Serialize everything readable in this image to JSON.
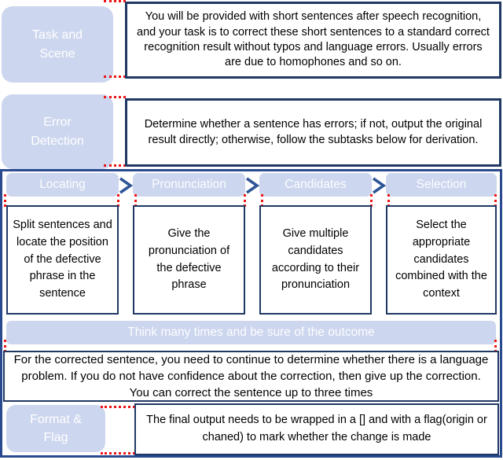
{
  "task_scene": {
    "label": "Task and Scene",
    "text": "You will be provided with short sentences after speech recognition, and your task is to correct these short sentences to a standard correct recognition result without typos and language errors. Usually errors are due to homophones and so on."
  },
  "error_detection": {
    "label": "Error Detection",
    "text": "Determine whether a sentence has errors; if not, output the original result directly; otherwise, follow the subtasks below for derivation."
  },
  "flow": {
    "steps": [
      {
        "title": "Locating",
        "description": "Split sentences and locate the position of the defective phrase in the sentence"
      },
      {
        "title": "Pronunciation",
        "description": "Give the pronunciation of the defective phrase"
      },
      {
        "title": "Candidates",
        "description": "Give multiple candidates according to their pronunciation"
      },
      {
        "title": "Selection",
        "description": "Select the appropriate candidates combined with the context"
      }
    ],
    "banner": "Think many times and be sure of the outcome",
    "note": "For the corrected sentence, you need to continue to determine whether there is a language problem. If you do not have confidence about the correction, then give up the correction. You can correct the sentence up to three times"
  },
  "format_flag": {
    "label": "Format & Flag",
    "text": "The final output needs to be wrapped in a [] and with a flag(origin or chaned) to mark whether the change is made"
  },
  "colors": {
    "label_fill": "#ccd6ee",
    "label_text": "#ffffff",
    "inner_border": "#203864",
    "outer_border": "#2a4a90",
    "chevron": "#2e5597",
    "connector": "#f01414"
  }
}
